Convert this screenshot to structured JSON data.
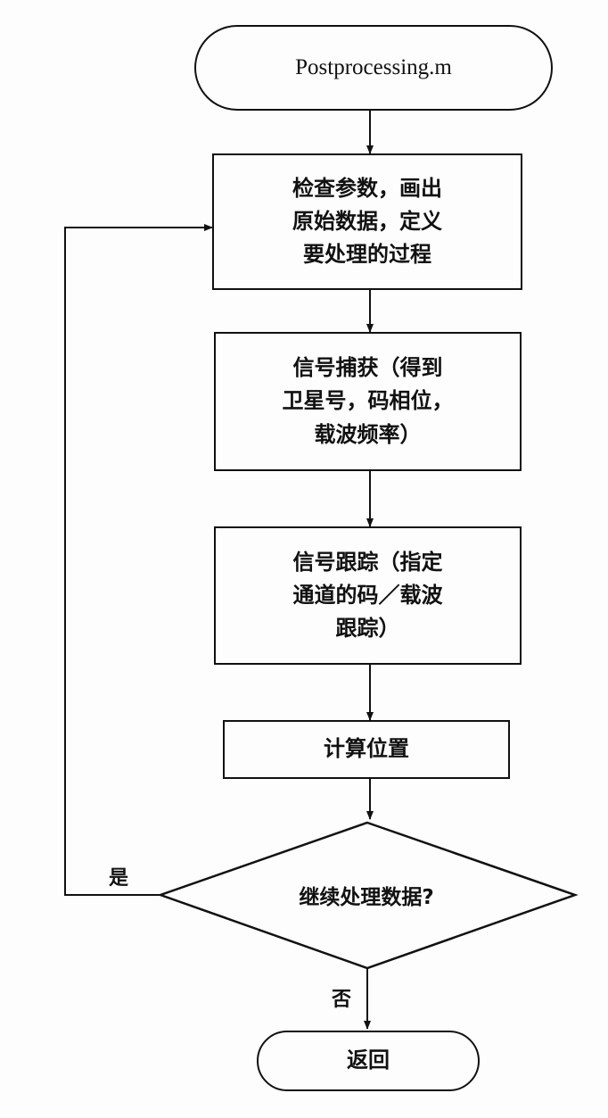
{
  "flowchart": {
    "start": "Postprocessing.m",
    "step_init": "检查参数，画出\n原始数据，定义\n要处理的过程",
    "step_acquisition": "信号捕获（得到\n卫星号，码相位，\n载波频率）",
    "step_tracking": "信号跟踪（指定\n通道的码／载波\n跟踪）",
    "step_position": "计算位置",
    "decision": "继续处理数据?",
    "yes_label": "是",
    "no_label": "否",
    "end": "返回"
  }
}
